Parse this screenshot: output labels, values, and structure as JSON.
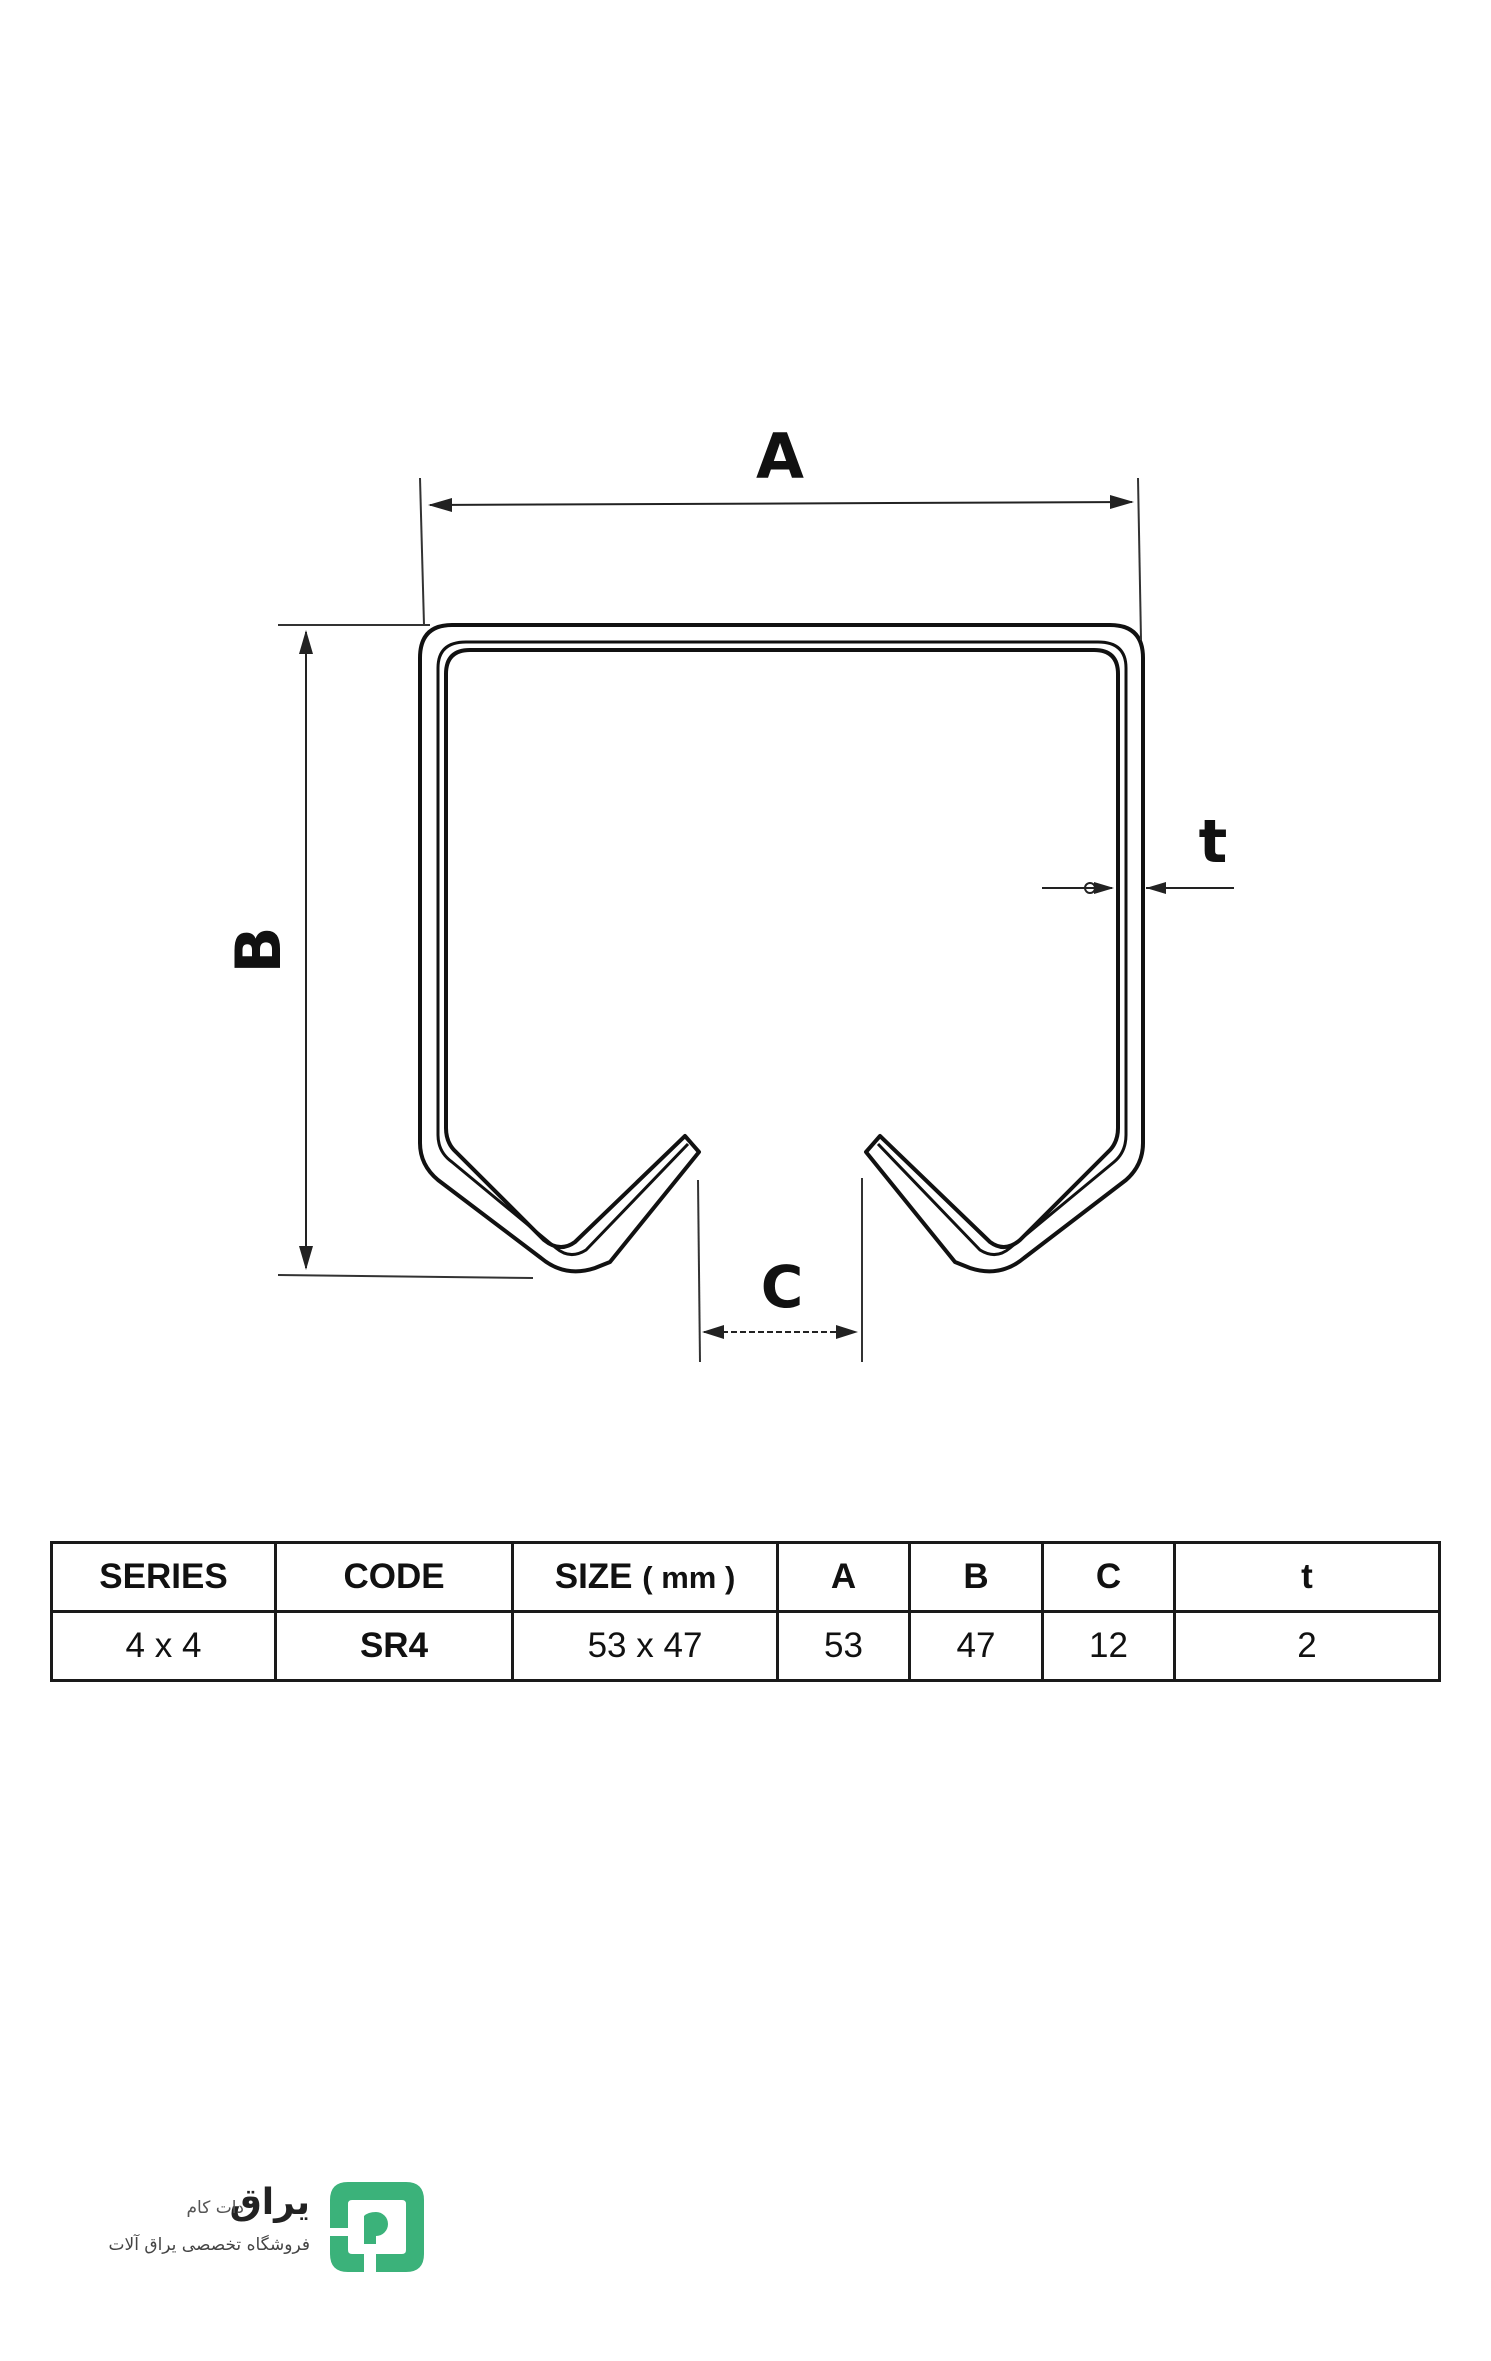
{
  "diagram": {
    "labels": {
      "width": "A",
      "height": "B",
      "opening": "C",
      "thickness": "t"
    }
  },
  "table": {
    "headers": {
      "series": "SERIES",
      "code": "CODE",
      "size": "SIZE",
      "size_unit": "( mm )",
      "a": "A",
      "b": "B",
      "c": "C",
      "t": "t"
    },
    "row": {
      "series": "4 x 4",
      "code": "SR4",
      "size": "53 x 47",
      "a": "53",
      "b": "47",
      "c": "12",
      "t": "2"
    }
  },
  "logo": {
    "name": "یراق",
    "suffix": "دات کام",
    "tagline": "فروشگاه تخصصی یراق آلات",
    "brand_color": "#3bb27a"
  }
}
